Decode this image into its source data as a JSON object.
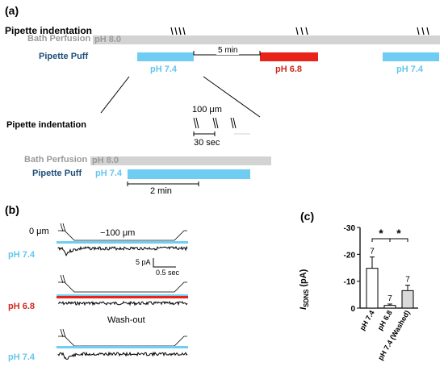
{
  "colors": {
    "perfusion_gray": "#d3d3d3",
    "puff_blue": "#6fcdf4",
    "puff_red": "#e8231a",
    "label_navy": "#1f4e79",
    "label_blue": "#64c6ef",
    "label_red": "#cf2a1f",
    "trace_black": "#000000",
    "bar_washed_gray": "#d9d9d9"
  },
  "panel_a": {
    "label": "(a)",
    "pipette_indentation": "Pipette indentation",
    "bath_perfusion": "Bath Perfusion",
    "bath_ph": "pH 8.0",
    "pipette_puff": "Pipette Puff",
    "interval": "5 min",
    "puffs": [
      "pH 7.4",
      "pH 6.8",
      "pH 7.4"
    ],
    "zoom": {
      "pipette_indentation": "Pipette indentation",
      "depth": "100 μm",
      "time": "30 sec",
      "bath_perfusion": "Bath Perfusion",
      "bath_ph": "pH 8.0",
      "pipette_puff": "Pipette Puff",
      "puff_ph": "pH 7.4",
      "duration": "2 min"
    }
  },
  "panel_b": {
    "label": "(b)",
    "zero": "0 μm",
    "depth": "−100 μm",
    "scale_y": "5 pA",
    "scale_x": "0.5 sec",
    "wash": "Wash-out",
    "rows": [
      "pH 7.4",
      "pH 6.8",
      "pH 7.4"
    ]
  },
  "panel_c": {
    "label": "(c)",
    "chart_data": {
      "type": "bar",
      "categories": [
        "pH 7.4",
        "pH 6.8",
        "pH 7.4 (Washed)"
      ],
      "values": [
        -14.8,
        -1.0,
        -6.5
      ],
      "errors": [
        4.2,
        0.5,
        2.0
      ],
      "n": [
        "7",
        "7",
        "7"
      ],
      "ylabel_main": "I",
      "ylabel_sub": "SDNS",
      "ylabel_unit": " (pA)",
      "ylim": [
        0,
        -30
      ],
      "yticks": [
        "0",
        "-10",
        "-20",
        "-30"
      ],
      "significance": [
        "*",
        "*"
      ]
    }
  }
}
